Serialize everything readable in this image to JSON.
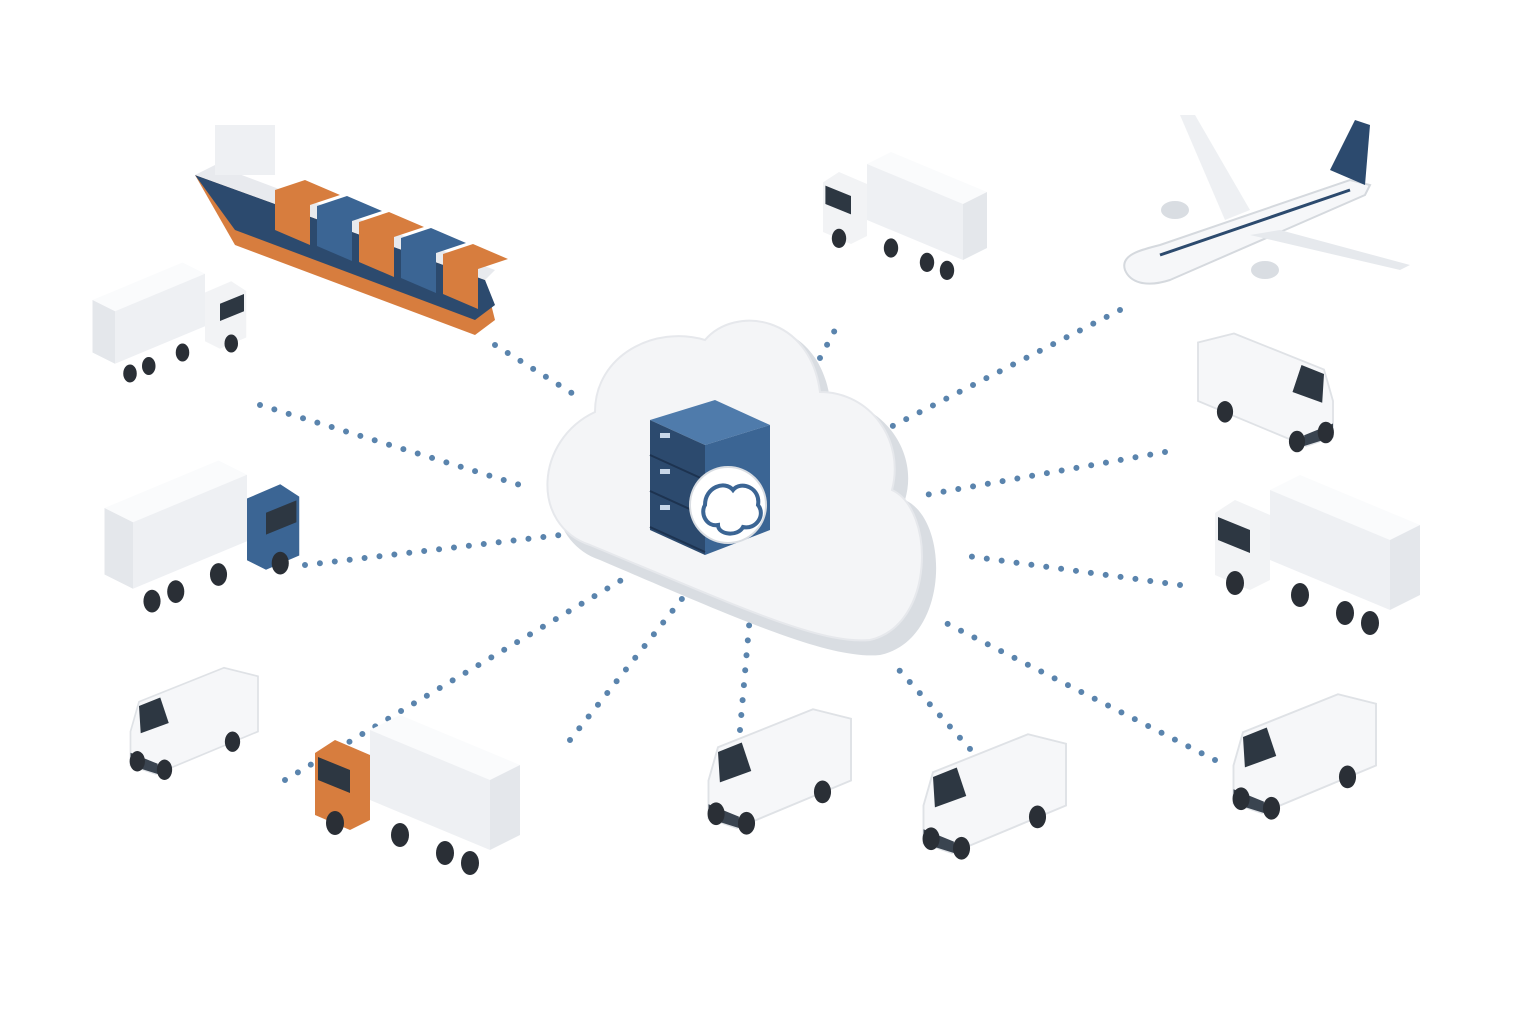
{
  "illustration": {
    "subject": "cloud-logistics-network",
    "hub_icon": "cloud-server-brain-icon",
    "vehicles": [
      {
        "kind": "ship",
        "icon": "container-ship-icon"
      },
      {
        "kind": "truck",
        "icon": "box-truck-icon"
      },
      {
        "kind": "truck",
        "icon": "box-truck-icon"
      },
      {
        "kind": "plane",
        "icon": "airplane-icon"
      },
      {
        "kind": "truck-blue",
        "icon": "box-truck-icon"
      },
      {
        "kind": "van",
        "icon": "van-icon"
      },
      {
        "kind": "van",
        "icon": "van-icon"
      },
      {
        "kind": "truck-orange",
        "icon": "box-truck-icon"
      },
      {
        "kind": "van",
        "icon": "van-icon"
      },
      {
        "kind": "van",
        "icon": "van-icon"
      },
      {
        "kind": "van",
        "icon": "van-icon"
      },
      {
        "kind": "truck",
        "icon": "box-truck-icon"
      }
    ]
  },
  "colors": {
    "navy": "#2c4a6e",
    "blue": "#3b6594",
    "orange": "#d77d3e",
    "dots": "#5a84ad",
    "white": "#f4f5f7",
    "shade": "#d9dde2",
    "tire": "#2a2f36"
  }
}
